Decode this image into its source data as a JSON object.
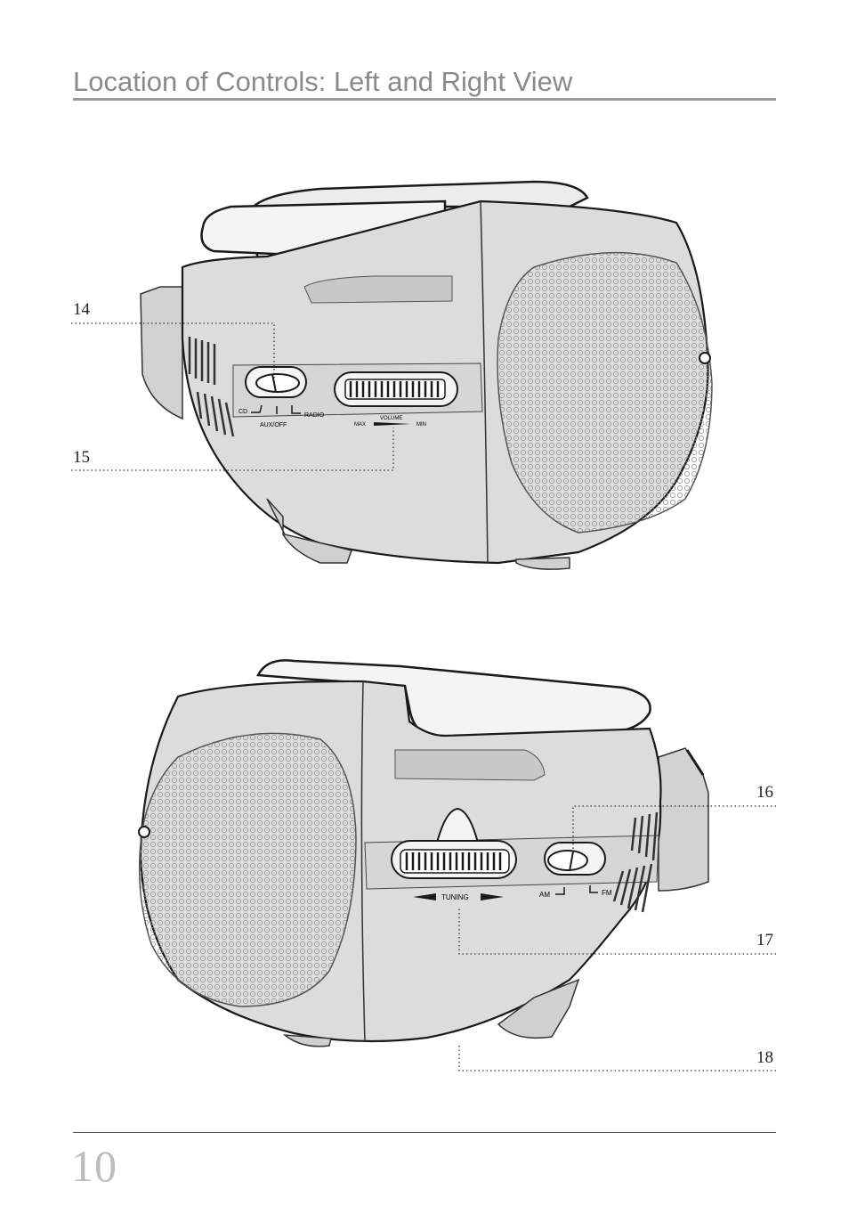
{
  "header": {
    "title": "Location of Controls: Left and Right View"
  },
  "footer": {
    "page_number": "10"
  },
  "left_view": {
    "callouts": [
      "14",
      "15"
    ],
    "function_switch": {
      "cd": "CD",
      "aux_off": "AUX/OFF",
      "radio": "RADIO"
    },
    "volume": {
      "label": "VOLUME",
      "max": "MAX",
      "min": "MIN"
    }
  },
  "right_view": {
    "callouts": [
      "16",
      "17",
      "18"
    ],
    "tuning": {
      "label": "TUNING"
    },
    "band_switch": {
      "am": "AM",
      "fm": "FM"
    }
  },
  "colors": {
    "body_fill": "#dcdcdc",
    "outline": "#1a1a1a",
    "title_gray": "#8a8a8a"
  }
}
